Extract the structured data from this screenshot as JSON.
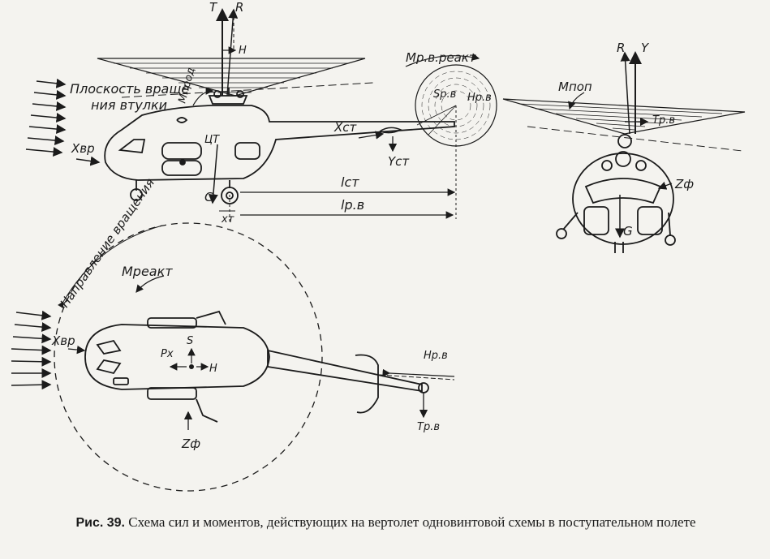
{
  "side_view": {
    "label_T": "T",
    "label_R": "R",
    "label_H": "H",
    "label_plane_line1": "Плоскость враще",
    "label_plane_line2": "ния втулки",
    "label_M_prod": "Mпрод",
    "label_X_vr": "Xвр",
    "label_CT": "ЦТ",
    "label_G": "G",
    "label_x_T": "xт",
    "label_X_st": "Xст",
    "label_Y_st": "Yст",
    "label_l_st": "lст",
    "label_l_rv": "lр.в",
    "label_M_rv_react": "Mр.в.реакт",
    "label_S_rv": "Sр.в",
    "label_H_rv": "Hр.в"
  },
  "front_view": {
    "label_R": "R",
    "label_Y": "Y",
    "label_M_pop": "Mпоп",
    "label_T_rv": "Tр.в",
    "label_Z_f": "Zф",
    "label_G": "G"
  },
  "top_view": {
    "label_direction": "Направление вращения",
    "label_M_react": "Mреакт",
    "label_X_vr": "Xвр",
    "label_S": "S",
    "label_P_x": "Pх",
    "label_H": "H",
    "label_Z_f": "Zф",
    "label_H_rv": "Hр.в",
    "label_T_rv": "Tр.в"
  },
  "caption": {
    "lead": "Рис. 39.",
    "text": "Схема сил и моментов, действующих на вертолет одновинтовой схемы в поступательном полете"
  }
}
